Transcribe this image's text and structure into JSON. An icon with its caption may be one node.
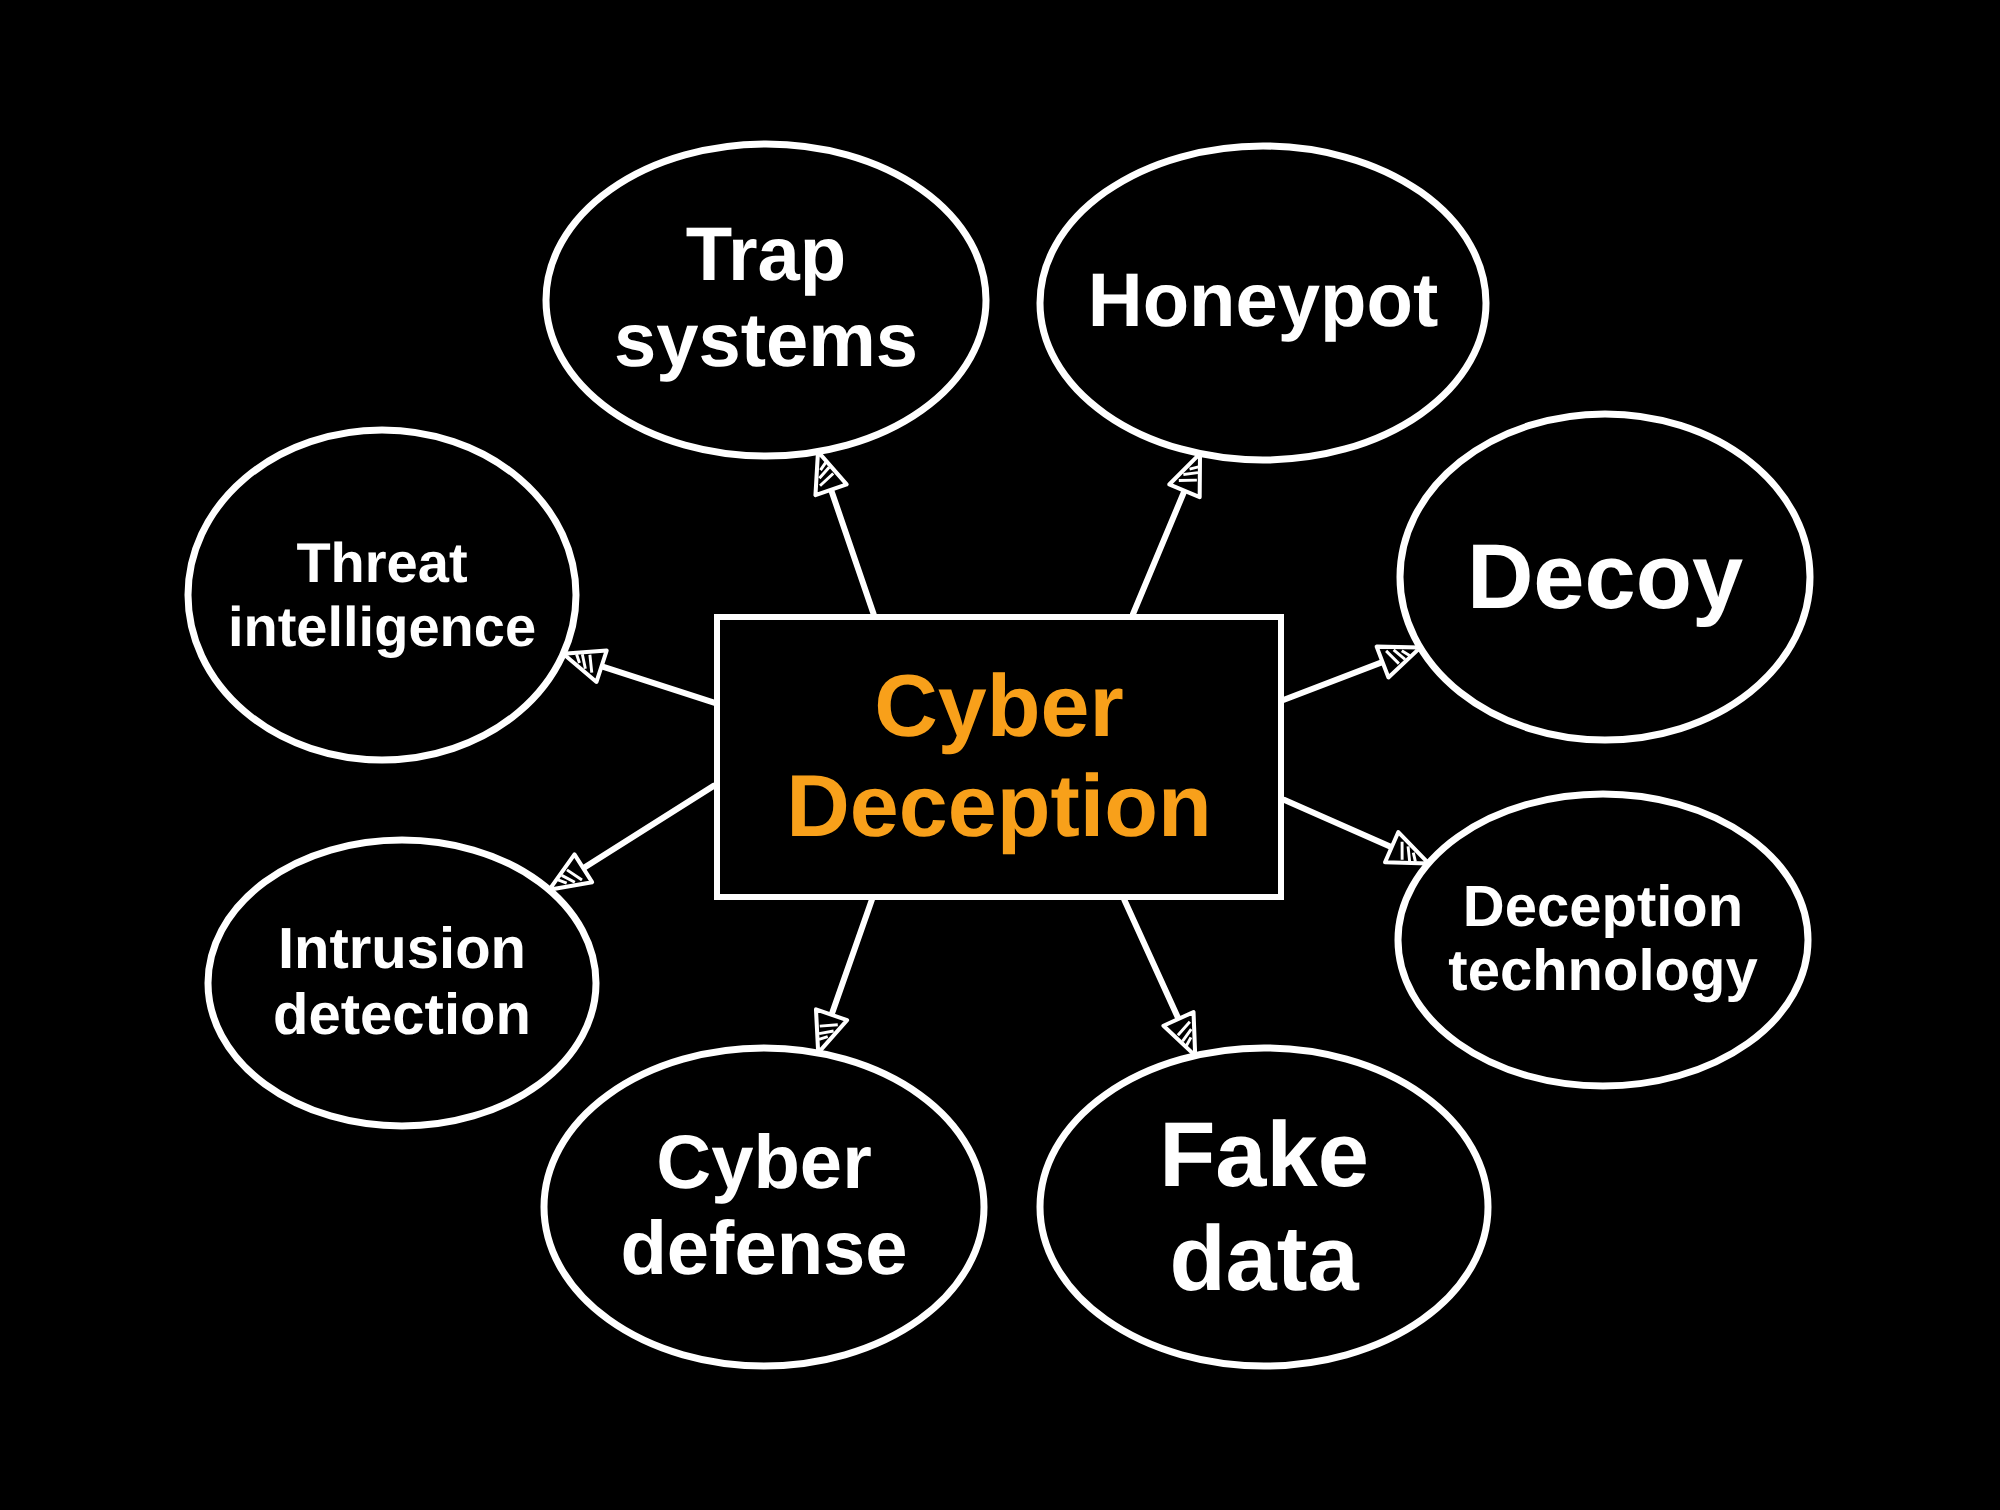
{
  "diagram": {
    "nodes": [
      {
        "text": [
          "Cyber Deception"
        ]
      },
      {
        "text": [
          "Trap systems"
        ]
      },
      {
        "text": [
          "Honeypot"
        ]
      },
      {
        "text": [
          "Threat intelligence"
        ]
      },
      {
        "text": [
          "Decoy"
        ]
      },
      {
        "text": [
          "Deception technology"
        ]
      },
      {
        "text": [
          "Intrusion detection"
        ]
      },
      {
        "text": [
          "Cyber defense"
        ]
      },
      {
        "text": [
          "Fake data"
        ]
      }
    ],
    "edges": [
      {
        "from": 0,
        "to": 1,
        "arrow": "to"
      },
      {
        "from": 0,
        "to": 2,
        "arrow": "to"
      },
      {
        "from": 0,
        "to": 3,
        "arrow": "to"
      },
      {
        "from": 0,
        "to": 4,
        "arrow": "to"
      },
      {
        "from": 0,
        "to": 5,
        "arrow": "to"
      },
      {
        "from": 0,
        "to": 6,
        "arrow": "to"
      },
      {
        "from": 0,
        "to": 7,
        "arrow": "to"
      },
      {
        "from": 0,
        "to": 8,
        "arrow": "to"
      }
    ]
  }
}
